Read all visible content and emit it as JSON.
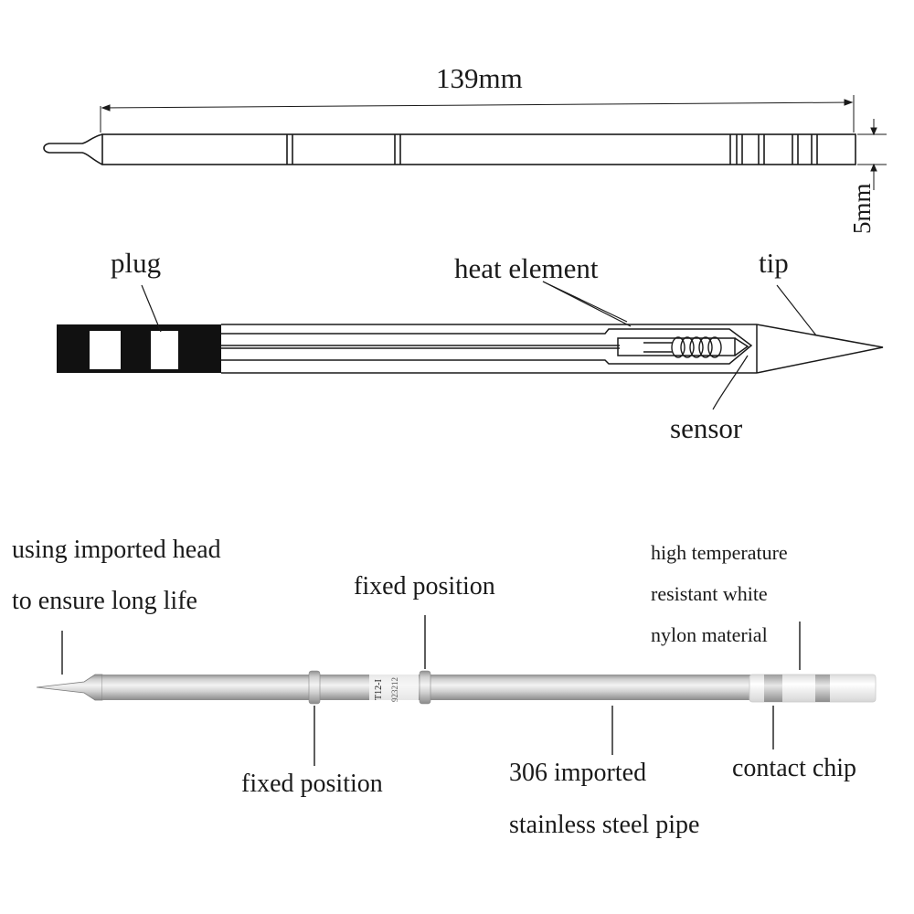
{
  "dimensions": {
    "length": "139mm",
    "diameter": "5mm"
  },
  "structure_labels": {
    "plug": "plug",
    "heat_element": "heat element",
    "tip": "tip",
    "sensor": "sensor"
  },
  "photo_labels": {
    "head_line1": "using imported head",
    "head_line2": "to ensure long life",
    "fixed_position_top": "fixed position",
    "fixed_position_bottom": "fixed position",
    "nylon_line1": "high temperature",
    "nylon_line2": "resistant white",
    "nylon_line3": "nylon material",
    "pipe_line1": "306 imported",
    "pipe_line2": "stainless steel pipe",
    "contact_chip": "contact chip"
  },
  "tip_marking": {
    "model": "T12-I",
    "code": "923212"
  },
  "colors": {
    "ink": "#1a1a1a",
    "steel_light": "#e4e4e4",
    "steel_dark": "#9a9a9a",
    "nylon": "#f4f4f4"
  }
}
